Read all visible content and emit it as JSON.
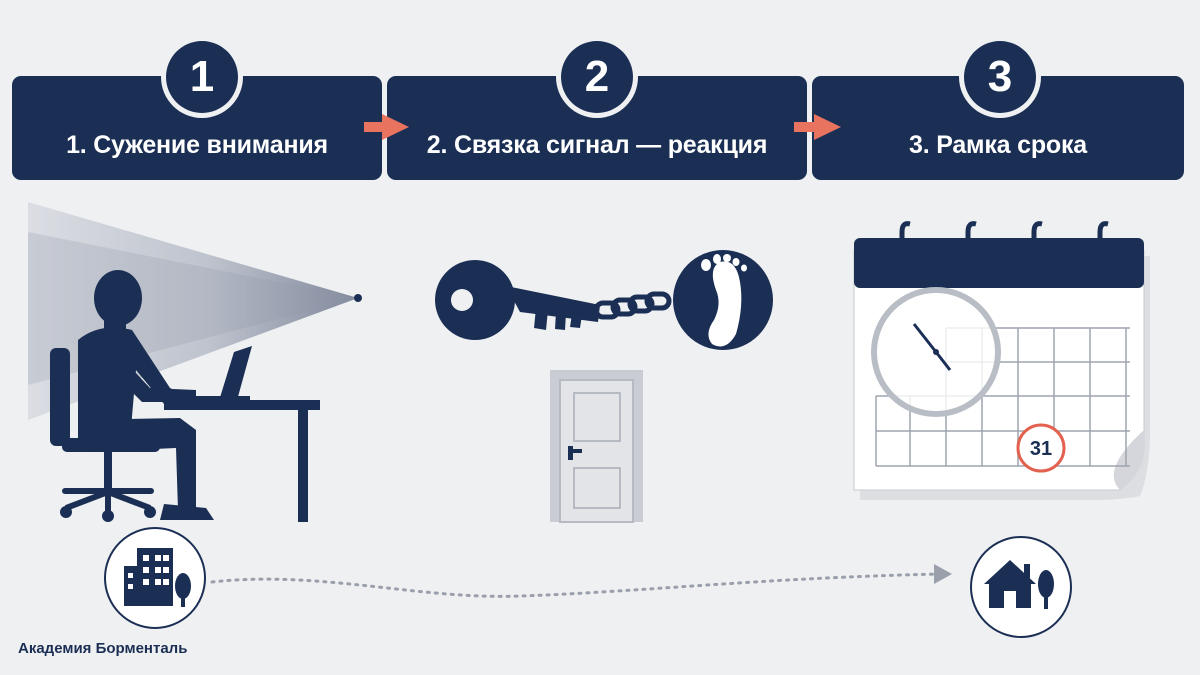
{
  "steps": [
    {
      "number": "1",
      "label": "1. Сужение внимания"
    },
    {
      "number": "2",
      "label": "2. Связка сигнал — реакция"
    },
    {
      "number": "3",
      "label": "3. Рамка срока"
    }
  ],
  "calendar": {
    "highlight_day": "31"
  },
  "brand": {
    "name": "Академия Борменталь"
  },
  "colors": {
    "navy": "#1b2f55",
    "arrow": "#e8735e",
    "background": "#eff0f2",
    "gray": "#c9ccd2",
    "calendar_circle": "#e2624f"
  },
  "icons": [
    "person-at-laptop-icon",
    "key-icon",
    "chain-icon",
    "footprint-icon",
    "door-icon",
    "calendar-icon",
    "clock-icon",
    "office-building-icon",
    "house-icon",
    "tree-icon"
  ]
}
